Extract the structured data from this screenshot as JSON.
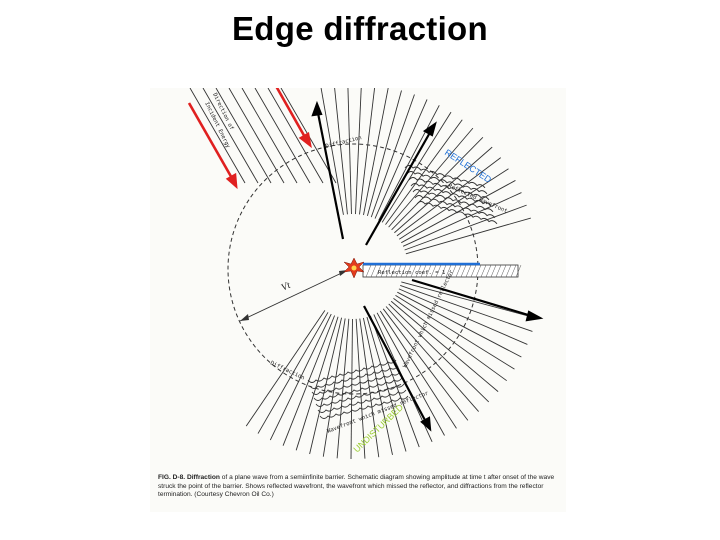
{
  "slide": {
    "title": "Edge diffraction"
  },
  "figure": {
    "labels": {
      "direction": "Direction of",
      "incident_energy": "Incident Energy",
      "diffraction_top": "Diffraction",
      "diffraction_bottom": "Diffraction",
      "reflected": "REFLECTED",
      "reflected_wavefront": "Reflected wavefront",
      "vt": "Vt",
      "reflection_coef": "Reflection coef. = 1",
      "undisturbed": "UNDISTURBED",
      "wavefront_missed": "Wavefront which missed reflector",
      "missed_bottom": "Wavefront which missed reflector"
    },
    "caption": {
      "prefix": "FIG. D-8.",
      "bold": "Diffraction",
      "text": "of a plane wave from a semiinfinite barrier. Schematic diagram showing amplitude at time t after onset of the wave struck the point of the barrier. Shows reflected wavefront, the wavefront which missed the reflector, and diffractions from the reflector termination. (Courtesy Chevron Oil Co.)"
    },
    "colors": {
      "reflected": "#1f6fd6",
      "undisturbed": "#9acd32",
      "red_arrows": "#e02020",
      "barrier_line": "#1f6fd6",
      "point_source": "#e23b1d"
    }
  }
}
